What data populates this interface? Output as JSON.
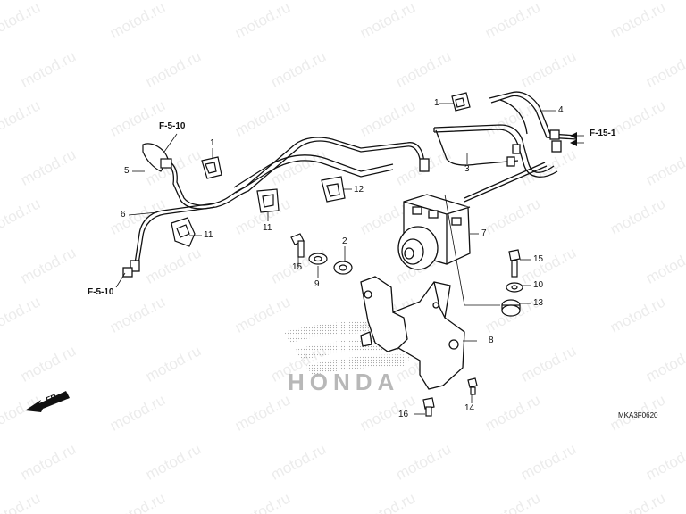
{
  "watermark": "motod.ru",
  "brand_mark": "HONDA",
  "diagram_code": "MKA3F0620",
  "direction_mark": "FR.",
  "references": {
    "top_left": "F-5-10",
    "bottom_left": "F-5-10",
    "right": "F-15-1"
  },
  "callouts": [
    "1",
    "1",
    "2",
    "3",
    "4",
    "5",
    "6",
    "7",
    "8",
    "9",
    "10",
    "11",
    "11",
    "12",
    "13",
    "14",
    "15",
    "15",
    "16"
  ]
}
